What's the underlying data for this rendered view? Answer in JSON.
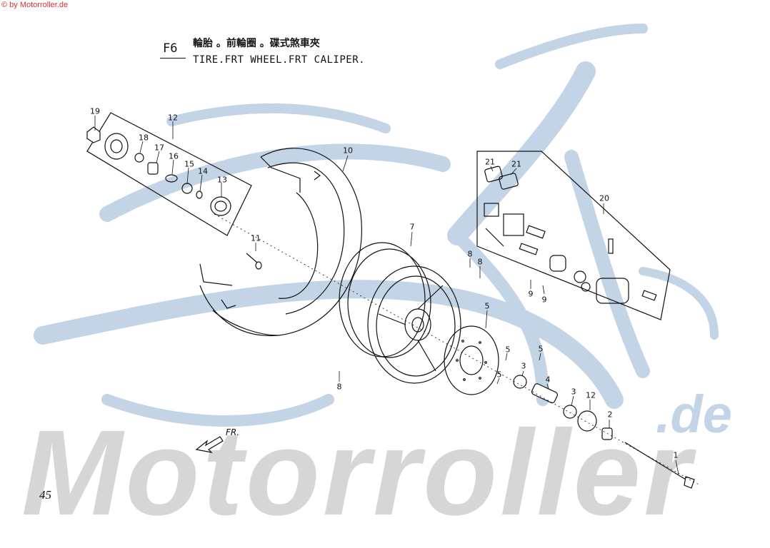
{
  "copyright": "© by Motorroller.de",
  "header": {
    "code": "F6",
    "title_cn": "輪胎 。前輪圈 。碟式煞車夾",
    "title_en": "TIRE.FRT WHEEL.FRT CALIPER."
  },
  "page_number": "45",
  "watermark": {
    "main": "Motorroller",
    "suffix": ".de",
    "color": "#b9cde2"
  },
  "direction_label": "FR.",
  "callouts": [
    {
      "label": "19"
    },
    {
      "label": "12"
    },
    {
      "label": "18"
    },
    {
      "label": "17"
    },
    {
      "label": "16"
    },
    {
      "label": "15"
    },
    {
      "label": "14"
    },
    {
      "label": "13"
    },
    {
      "label": "10"
    },
    {
      "label": "11"
    },
    {
      "label": "7"
    },
    {
      "label": "8"
    },
    {
      "label": "8"
    },
    {
      "label": "8"
    },
    {
      "label": "21"
    },
    {
      "label": "21"
    },
    {
      "label": "20"
    },
    {
      "label": "9"
    },
    {
      "label": "9"
    },
    {
      "label": "5"
    },
    {
      "label": "5"
    },
    {
      "label": "5"
    },
    {
      "label": "5"
    },
    {
      "label": "3"
    },
    {
      "label": "4"
    },
    {
      "label": "3"
    },
    {
      "label": "12"
    },
    {
      "label": "2"
    },
    {
      "label": "1"
    }
  ]
}
